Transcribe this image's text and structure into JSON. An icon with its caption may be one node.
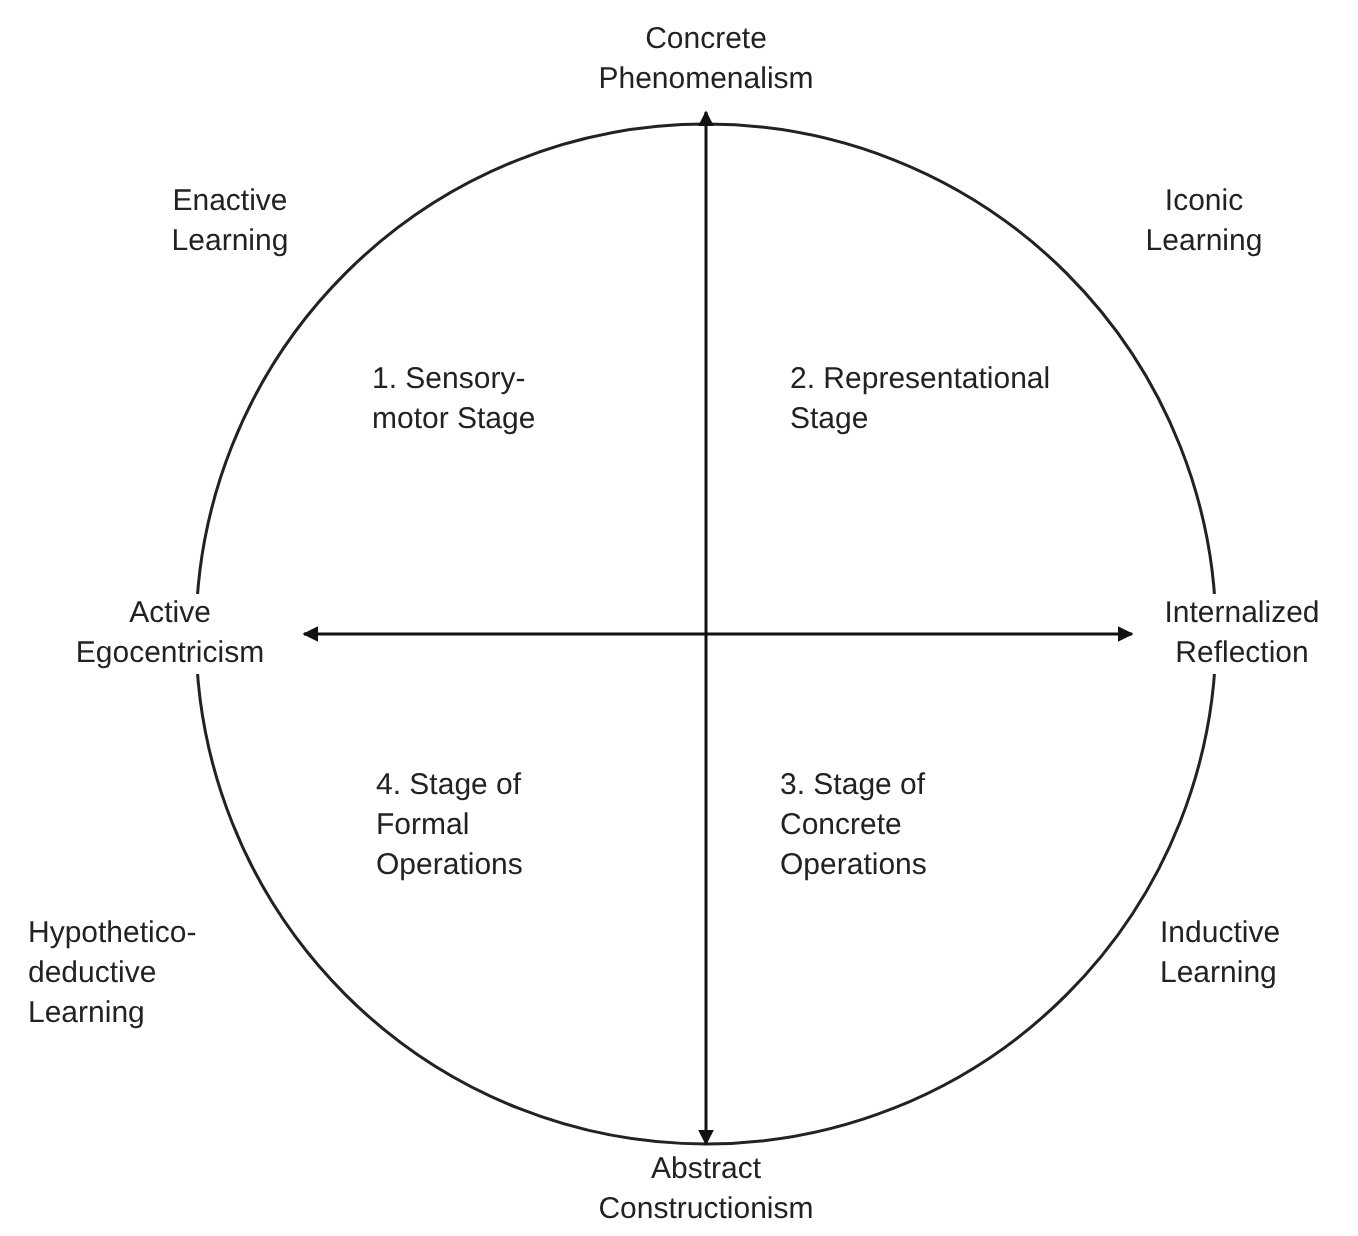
{
  "diagram": {
    "nodes": [
      {
        "text": [
          "Concrete Phenomenalism"
        ]
      },
      {
        "text": [
          "Active Egocentricism"
        ]
      },
      {
        "text": [
          "Internalized Reflection"
        ]
      },
      {
        "text": [
          "Abstract Constructionism"
        ]
      }
    ],
    "edges": [
      {
        "from": 0,
        "to": 3,
        "arrow": "both"
      },
      {
        "from": 1,
        "to": 2,
        "arrow": "both"
      }
    ],
    "labels": [
      "Enactive Learning",
      "Iconic Learning",
      "1. Sensory-motor Stage",
      "2. Representational Stage",
      "4. Stage of Formal Operations",
      "3. Stage of Concrete Operations",
      "Hypothetico-deductive Learning",
      "Inductive Learning"
    ]
  }
}
